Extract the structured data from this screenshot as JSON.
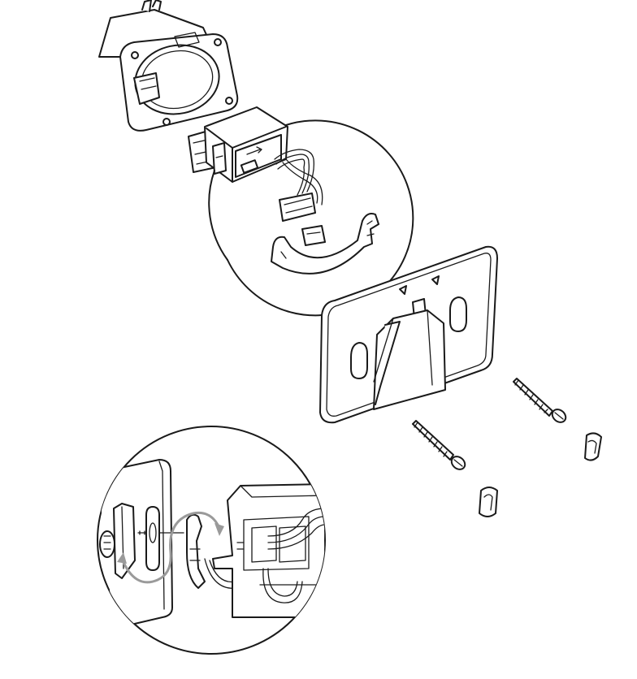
{
  "figure": {
    "background": "#ffffff",
    "line_color": "#1a1a1a",
    "arrow_color": "#9a9a9a",
    "parts": [
      "wall-box",
      "usb-module",
      "wire-harness-detail-circle",
      "mounting-bracket",
      "screw",
      "wall-anchor",
      "assembly-detail-circle"
    ]
  }
}
